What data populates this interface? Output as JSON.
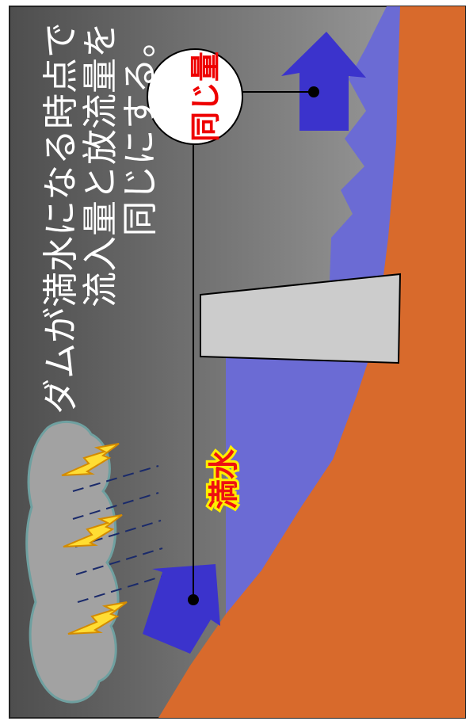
{
  "title": {
    "line1": "ダムが満水になる時点で",
    "line2": "流入量と放流量を",
    "line3": "同じにする。"
  },
  "labels": {
    "same_amount": "同じ量",
    "full_water": "満水"
  },
  "colors": {
    "sky_dark": "#555555",
    "sky_light": "#9a9a9a",
    "water": "#6b6bd4",
    "ground": "#d86a2c",
    "arrow": "#3b33cc",
    "dam": "#cccccc",
    "cloud": "#999999",
    "cloud_edge": "#6fa0a0",
    "lightning": "#ffdd33",
    "rain": "#1a2a6a"
  }
}
